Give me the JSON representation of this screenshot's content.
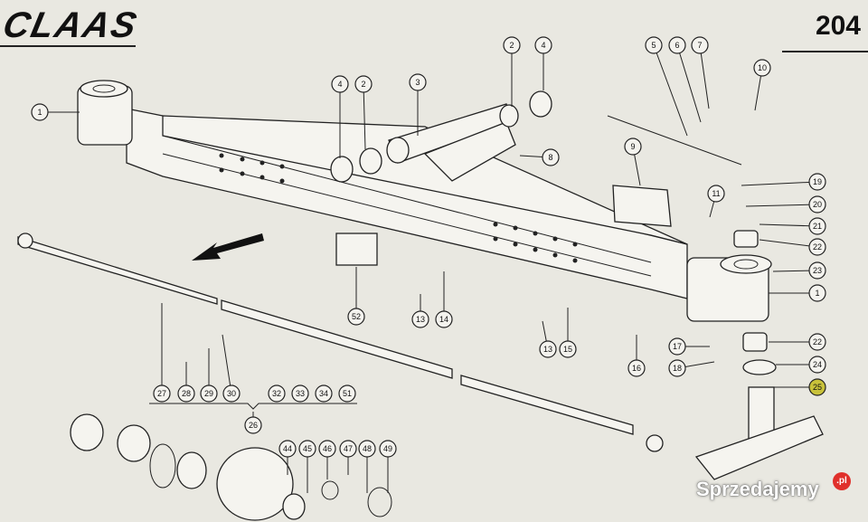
{
  "header": {
    "brand": "CLAAS",
    "page_number": "204"
  },
  "watermark": {
    "text": "Sprzedajemy",
    "badge": ".pl"
  },
  "callouts": [
    {
      "id": "c1a",
      "label": "1"
    },
    {
      "id": "c2a",
      "label": "2"
    },
    {
      "id": "c4a",
      "label": "4"
    },
    {
      "id": "c5",
      "label": "5"
    },
    {
      "id": "c6",
      "label": "6"
    },
    {
      "id": "c7",
      "label": "7"
    },
    {
      "id": "c10",
      "label": "10"
    },
    {
      "id": "c4b",
      "label": "4"
    },
    {
      "id": "c2b",
      "label": "2"
    },
    {
      "id": "c3",
      "label": "3"
    },
    {
      "id": "c8",
      "label": "8"
    },
    {
      "id": "c9",
      "label": "9"
    },
    {
      "id": "c19",
      "label": "19"
    },
    {
      "id": "c20",
      "label": "20"
    },
    {
      "id": "c11",
      "label": "11"
    },
    {
      "id": "c21",
      "label": "21"
    },
    {
      "id": "c22a",
      "label": "22"
    },
    {
      "id": "c23",
      "label": "23"
    },
    {
      "id": "c1b",
      "label": "1"
    },
    {
      "id": "c52",
      "label": "52"
    },
    {
      "id": "c13a",
      "label": "13"
    },
    {
      "id": "c14",
      "label": "14"
    },
    {
      "id": "c13b",
      "label": "13"
    },
    {
      "id": "c15",
      "label": "15"
    },
    {
      "id": "c16",
      "label": "16"
    },
    {
      "id": "c17",
      "label": "17"
    },
    {
      "id": "c18",
      "label": "18"
    },
    {
      "id": "c22b",
      "label": "22"
    },
    {
      "id": "c24",
      "label": "24"
    },
    {
      "id": "c25",
      "label": "25"
    },
    {
      "id": "c27",
      "label": "27"
    },
    {
      "id": "c28",
      "label": "28"
    },
    {
      "id": "c29",
      "label": "29"
    },
    {
      "id": "c30",
      "label": "30"
    },
    {
      "id": "c32",
      "label": "32"
    },
    {
      "id": "c33",
      "label": "33"
    },
    {
      "id": "c34",
      "label": "34"
    },
    {
      "id": "c51",
      "label": "51"
    },
    {
      "id": "c26",
      "label": "26"
    },
    {
      "id": "c44",
      "label": "44"
    },
    {
      "id": "c45",
      "label": "45"
    },
    {
      "id": "c46",
      "label": "46"
    },
    {
      "id": "c47",
      "label": "47"
    },
    {
      "id": "c48",
      "label": "48"
    },
    {
      "id": "c49",
      "label": "49"
    }
  ]
}
